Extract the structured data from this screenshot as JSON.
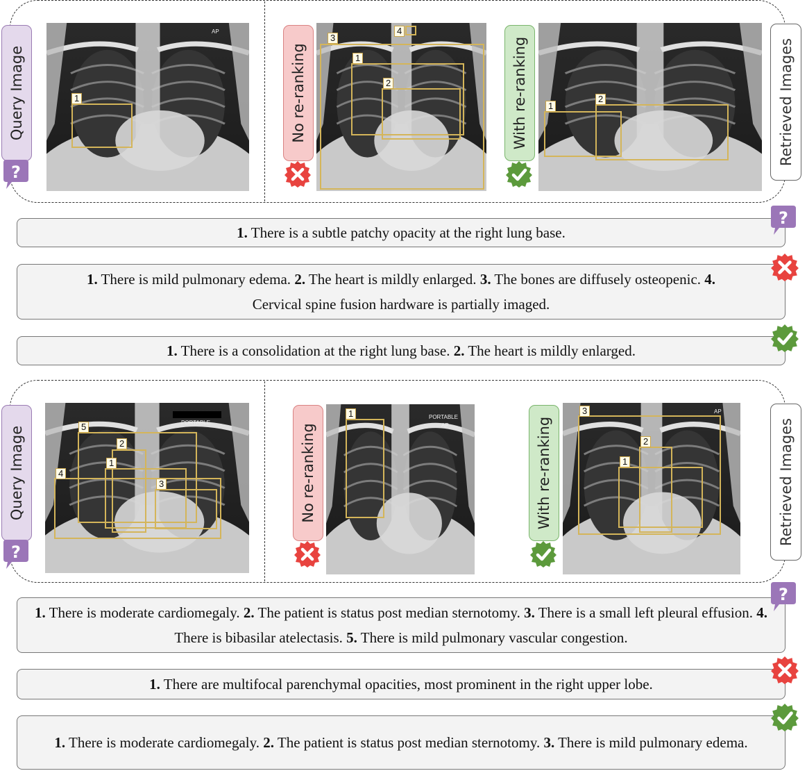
{
  "labels": {
    "query_image": "Query Image",
    "no_reranking": "No re-ranking",
    "with_reranking": "With re-ranking",
    "retrieved_images": "Retrieved Images"
  },
  "image_marks": {
    "ex1_query_ap": "AP",
    "ex2_query_portable": "PORTABLE",
    "ex2_no_portable": "PORTABLE",
    "ex2_no_ap": "AP",
    "ex2_with_ap": "AP"
  },
  "examples": [
    {
      "query_boxes": [
        "1"
      ],
      "no_rerank_boxes": [
        "1",
        "2",
        "3",
        "4"
      ],
      "with_rerank_boxes": [
        "1",
        "2"
      ],
      "query_report": [
        {
          "num": "1.",
          "text": " There is a subtle patchy opacity at the right lung base."
        }
      ],
      "no_rerank_report": [
        {
          "num": "1.",
          "text": " There is mild pulmonary edema. "
        },
        {
          "num": "2.",
          "text": " The heart is mildly enlarged.  "
        },
        {
          "num": "3.",
          "text": " The bones are diffusely osteopenic. "
        },
        {
          "num": "4.",
          "text": " Cervical spine fusion hardware is partially imaged."
        }
      ],
      "with_rerank_report": [
        {
          "num": "1.",
          "text": " There is a consolidation at the right lung base. "
        },
        {
          "num": "2.",
          "text": " The heart is mildly enlarged."
        }
      ]
    },
    {
      "query_boxes": [
        "1",
        "2",
        "3",
        "4",
        "5"
      ],
      "no_rerank_boxes": [
        "1"
      ],
      "with_rerank_boxes": [
        "1",
        "2",
        "3"
      ],
      "query_report": [
        {
          "num": "1.",
          "text": " There is moderate cardiomegaly. "
        },
        {
          "num": "2.",
          "text": " The patient is status post median sternotomy. "
        },
        {
          "num": "3.",
          "text": " There is a small left pleural effusion. "
        },
        {
          "num": "4.",
          "text": " There is bibasilar atelectasis. "
        },
        {
          "num": "5.",
          "text": " There is mild pulmonary vascular congestion."
        }
      ],
      "no_rerank_report": [
        {
          "num": "1.",
          "text": " There are multifocal parenchymal opacities, most prominent in the right upper lobe."
        }
      ],
      "with_rerank_report": [
        {
          "num": "1.",
          "text": " There is moderate cardiomegaly. "
        },
        {
          "num": "2.",
          "text": " The patient is status post median sternotomy. "
        },
        {
          "num": "3.",
          "text": " There is mild pulmonary edema."
        }
      ]
    }
  ],
  "icons": {
    "query": "question-icon",
    "wrong": "cross-icon",
    "right": "check-icon"
  },
  "colors": {
    "query_purple": "#9b76b8",
    "wrong_red": "#e8433f",
    "right_green": "#5c9a3c",
    "bbox_gold": "#d4b55a"
  }
}
